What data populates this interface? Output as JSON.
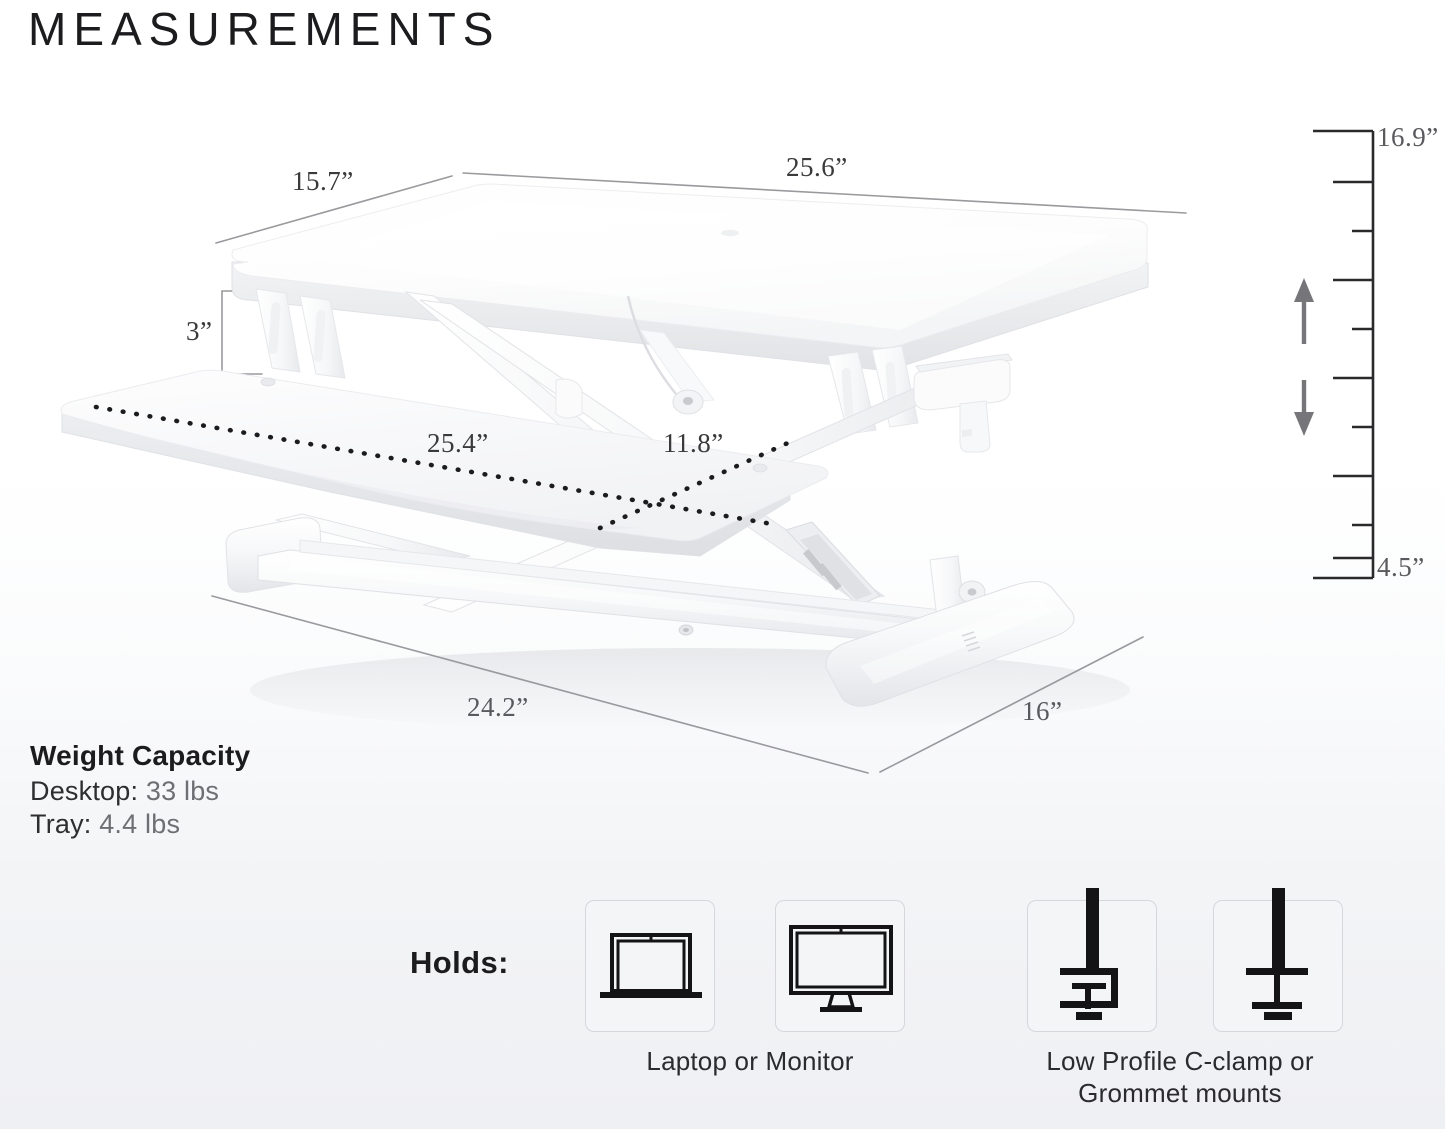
{
  "page": {
    "title": "MEASUREMENTS"
  },
  "dimensions": {
    "desktop_depth": "15.7”",
    "desktop_width": "25.6”",
    "clearance": "3”",
    "tray_width": "25.4”",
    "tray_depth": "11.8”",
    "base_length": "24.2”",
    "base_depth": "16”",
    "height_max": "16.9”",
    "height_min": "4.5”"
  },
  "weight_capacity": {
    "heading": "Weight Capacity",
    "rows": [
      {
        "label": "Desktop:",
        "value": "33 lbs"
      },
      {
        "label": "Tray:",
        "value": "4.4 lbs"
      }
    ]
  },
  "holds": {
    "label": "Holds:",
    "device_caption": "Laptop or Monitor",
    "mount_caption_line1": "Low Profile C-clamp or",
    "mount_caption_line2": "Grommet mounts",
    "icons": [
      {
        "name": "laptop-icon"
      },
      {
        "name": "monitor-icon"
      },
      {
        "name": "c-clamp-icon"
      },
      {
        "name": "grommet-icon"
      }
    ]
  },
  "colors": {
    "text_dark": "#1c1c1e",
    "text_grey": "#6e6e73",
    "dim_line": "#9a9a9e",
    "icon_box_border": "#d6d7db",
    "icon_box_fill": "#f4f5f7",
    "arrow_grey": "#76767a",
    "ruler_dark": "#2a2a2c"
  }
}
